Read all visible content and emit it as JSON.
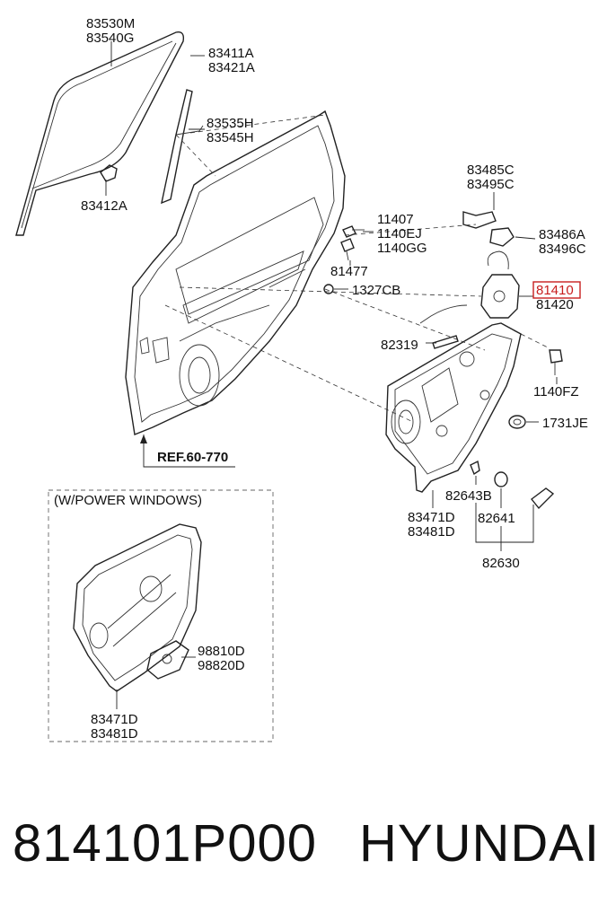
{
  "labels": {
    "l83530M": "83530M",
    "l83540G": "83540G",
    "l83411A": "83411A",
    "l83421A": "83421A",
    "l83535H": "83535H",
    "l83545H": "83545H",
    "l83412A": "83412A",
    "l11407": "11407",
    "l1140EJ": "1140EJ",
    "l1140GG": "1140GG",
    "l81477": "81477",
    "l1327CB": "1327CB",
    "l83485C": "83485C",
    "l83495C": "83495C",
    "l83486A": "83486A",
    "l83496C": "83496C",
    "l81410": "81410",
    "l81420": "81420",
    "l82319": "82319",
    "l1140FZ": "1140FZ",
    "l1731JE": "1731JE",
    "l82643B": "82643B",
    "l82641": "82641",
    "l83471D": "83471D",
    "l83481D": "83481D",
    "l82630": "82630",
    "ref": "REF.60-770",
    "inset_title": "(W/POWER WINDOWS)",
    "l98810D": "98810D",
    "l98820D": "98820D",
    "inset83471D": "83471D",
    "inset83481D": "83481D"
  },
  "footer": {
    "part_number": "814101P000",
    "brand": "HYUNDAI"
  },
  "highlight_color": "#c81e1e"
}
